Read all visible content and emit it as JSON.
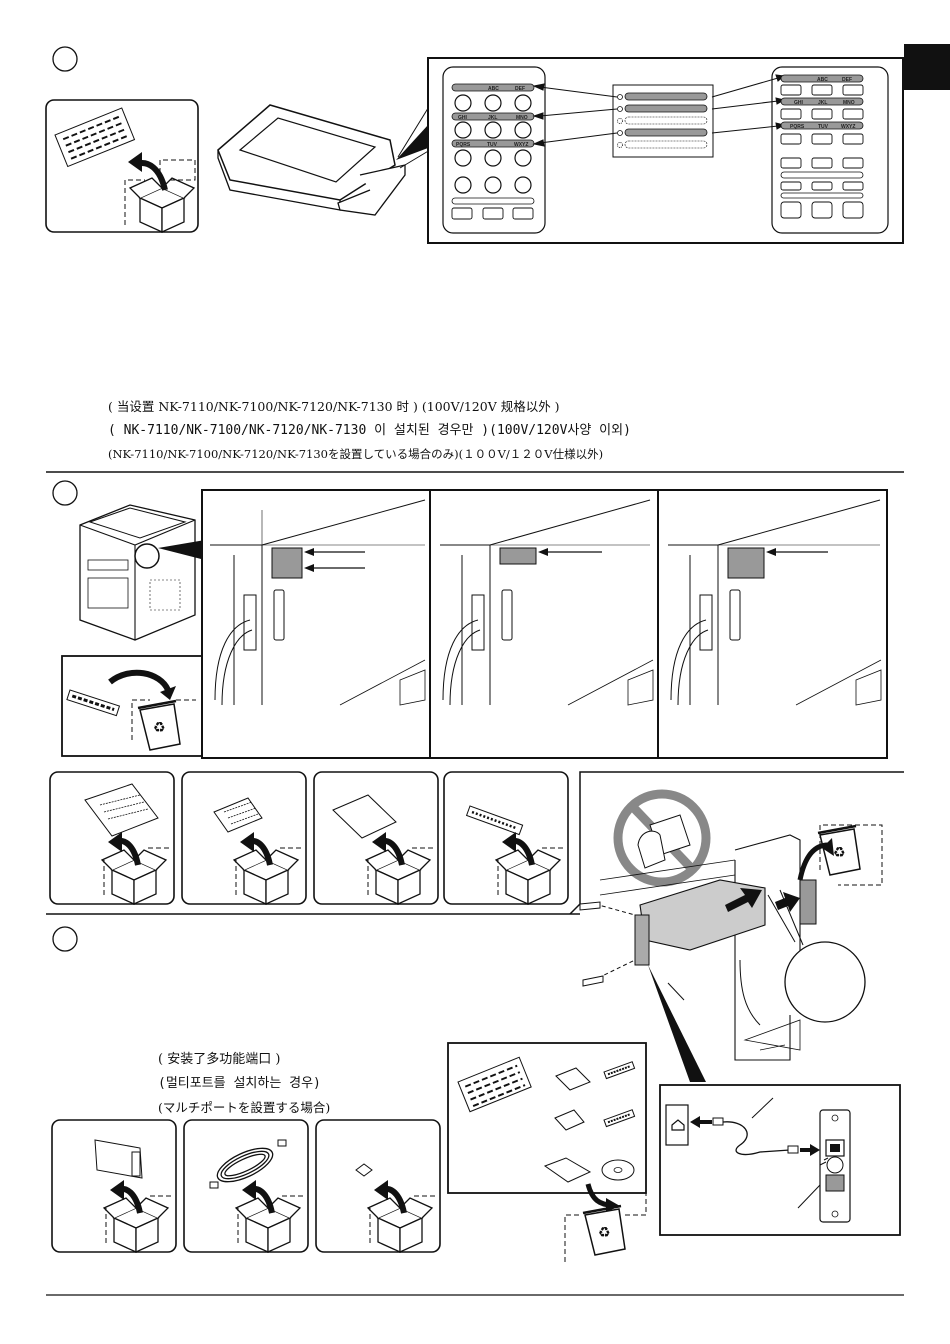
{
  "notes": {
    "zh": "( 当设置 NK-7110/NK-7100/NK-7120/NK-7130 时 ) (100V/120V 规格以外 )",
    "ko": "( NK-7110/NK-7100/NK-7120/NK-7130 이 설치된 경우만 )(100V/120V사양 이외)",
    "ja": "(NK-7110/NK-7100/NK-7120/NK-7130を設置している場合のみ)(１００V/１２０V仕様以外)"
  },
  "multiport": {
    "zh": "( 安装了多功能端口 )",
    "ko": "(멀티포트를 설치하는 경우)",
    "ja": "(マルチポートを設置する場合)"
  },
  "keypad": {
    "row1": [
      "ABC",
      "DEF"
    ],
    "row2": [
      "GHI",
      "JKL",
      "MNO"
    ],
    "row3": [
      "PQRS",
      "TUV",
      "WXYZ"
    ]
  },
  "icons": {
    "recycle": "recycle-icon",
    "box": "open-box-icon",
    "prohibited": "prohibition-icon",
    "cd": "cd-disc-icon"
  }
}
